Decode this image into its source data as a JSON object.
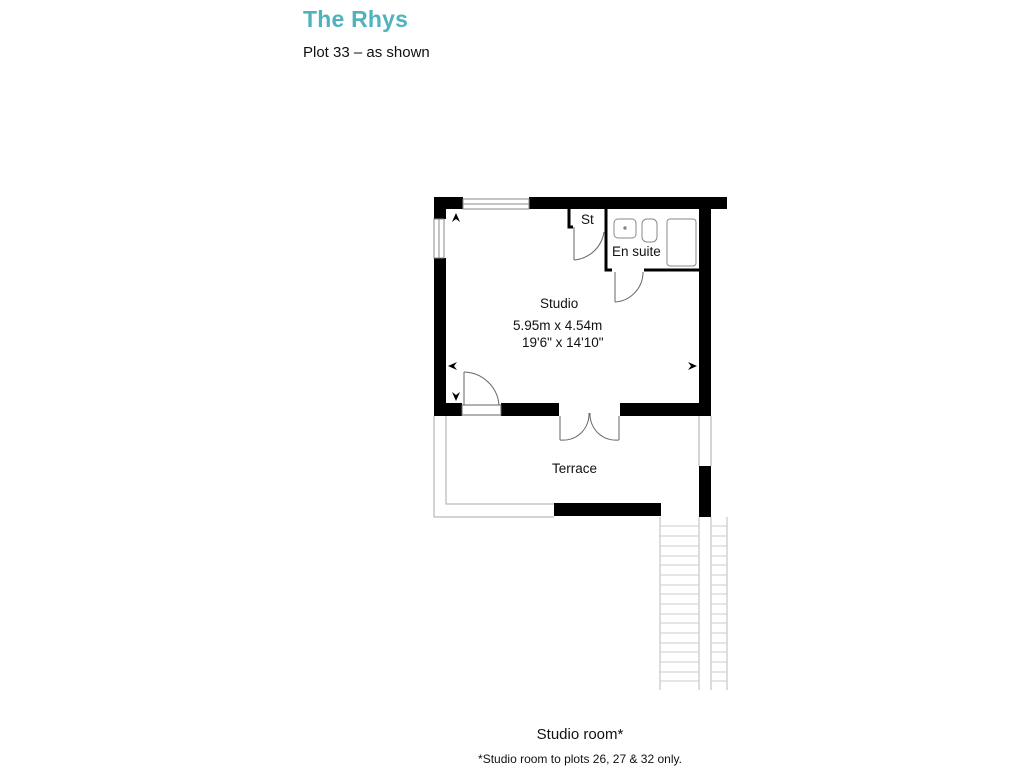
{
  "header": {
    "title": "The Rhys",
    "subtitle": "Plot 33 – as shown",
    "accent_color": "#4fb3bf"
  },
  "rooms": {
    "studio": {
      "name": "Studio",
      "metric": "5.95m x 4.54m",
      "imperial": "19'6\" x 14'10\""
    },
    "store": {
      "name": "St"
    },
    "en_suite": {
      "name": "En suite"
    },
    "terrace": {
      "name": "Terrace"
    }
  },
  "footer": {
    "caption": "Studio room*",
    "footnote": "*Studio room to plots 26, 27 & 32 only."
  }
}
